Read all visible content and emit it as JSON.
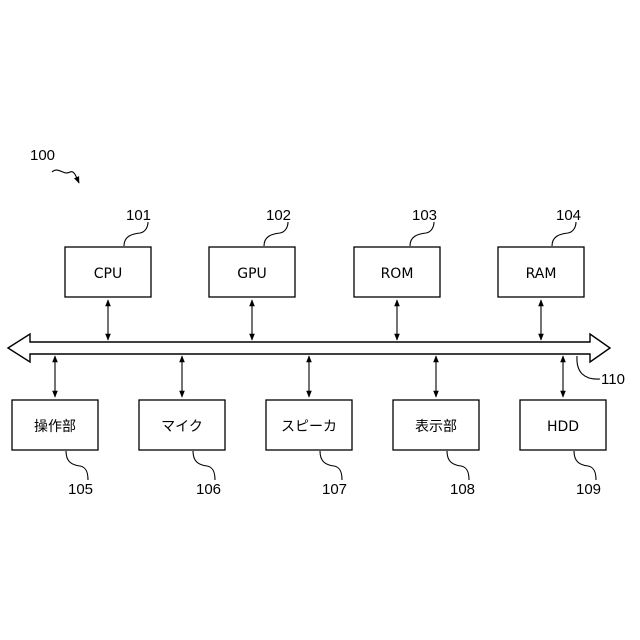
{
  "diagram": {
    "system_ref": "100",
    "bus_ref": "110",
    "top_blocks": [
      {
        "label": "CPU",
        "ref": "101"
      },
      {
        "label": "GPU",
        "ref": "102"
      },
      {
        "label": "ROM",
        "ref": "103"
      },
      {
        "label": "RAM",
        "ref": "104"
      }
    ],
    "bottom_blocks": [
      {
        "label": "操作部",
        "ref": "105"
      },
      {
        "label": "マイク",
        "ref": "106"
      },
      {
        "label": "スピーカ",
        "ref": "107"
      },
      {
        "label": "表示部",
        "ref": "108"
      },
      {
        "label": "HDD",
        "ref": "109"
      }
    ]
  }
}
